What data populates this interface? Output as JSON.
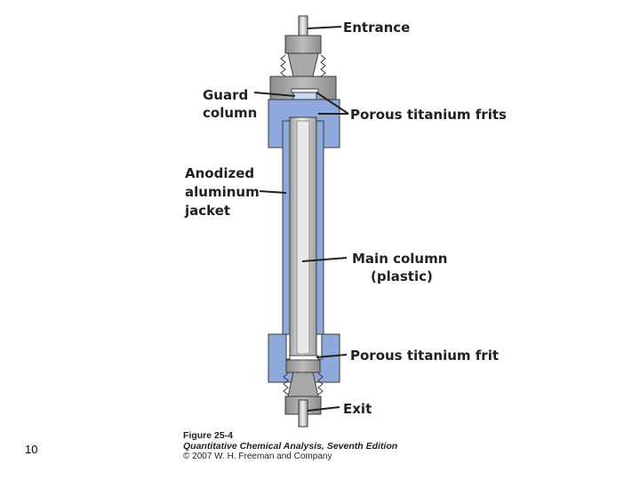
{
  "labels": {
    "entrance": "Entrance",
    "guard_line1": "Guard",
    "guard_line2": "column",
    "porous_frits": "Porous titanium frits",
    "jacket_line1": "Anodized",
    "jacket_line2": "aluminum",
    "jacket_line3": "jacket",
    "main_line1": "Main column",
    "main_line2": "(plastic)",
    "porous_frit": "Porous titanium frit",
    "exit": "Exit"
  },
  "caption": {
    "figure": "Figure 25-4",
    "title": "Quantitative Chemical Analysis, Seventh Edition",
    "copyright": "© 2007 W. H. Freeman and Company"
  },
  "slide_number": "10",
  "colors": {
    "jacket_blue": "#8fa9dc",
    "metal_gray": "#9a9a9a",
    "column_silver": "#d6d6d6",
    "outline": "#3a3a3a"
  }
}
